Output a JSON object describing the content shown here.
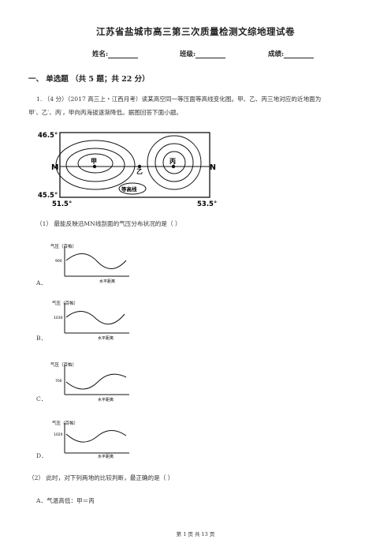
{
  "doc": {
    "title": "江苏省盐城市高三第三次质量检测文综地理试卷",
    "fields": [
      {
        "label": "姓名:"
      },
      {
        "label": "班级:"
      },
      {
        "label": "成绩:"
      }
    ],
    "section": "一、  单选题 （共 5 题；共 22 分）",
    "q1": {
      "line1": "1.  （4 分）（2017 高三上・江西月考）读某高空同一等压面等高线变化图。甲、乙、丙三地对应的近地面为",
      "line2": "甲′、乙′、丙′，甲向丙海拔逐渐降低。据图回答下面小题。"
    },
    "map": {
      "lat_top": "46.5°",
      "lat_bottom": "45.5°",
      "lon_left": "51.5°",
      "lon_right": "53.5°",
      "m": "M",
      "n": "N",
      "jia": "甲",
      "yi": "乙",
      "bing": "丙",
      "contour": "等高线"
    },
    "sub1": "（1）  最能反映沿MN线剖面的气压分布状况的是（      ）",
    "graphs": [
      {
        "letter": "A．",
        "ylabel": "气压（百帕）",
        "tick": "900",
        "xlabel": "水平距离"
      },
      {
        "letter": "B．",
        "ylabel": "气压（百帕）",
        "tick": "1030",
        "xlabel": "水平距离"
      },
      {
        "letter": "C．",
        "ylabel": "气压（百帕）",
        "tick": "700",
        "xlabel": "水平距离"
      },
      {
        "letter": "D．",
        "ylabel": "气压（百帕）",
        "tick": "1020",
        "xlabel": "水平距离"
      }
    ],
    "sub2": "（2）  此时，对下列两地的比较判断，最正确的是（      ）",
    "sub2_a": "A．气温高低：甲＝丙",
    "footer": "第  1  页  共  13  页"
  }
}
